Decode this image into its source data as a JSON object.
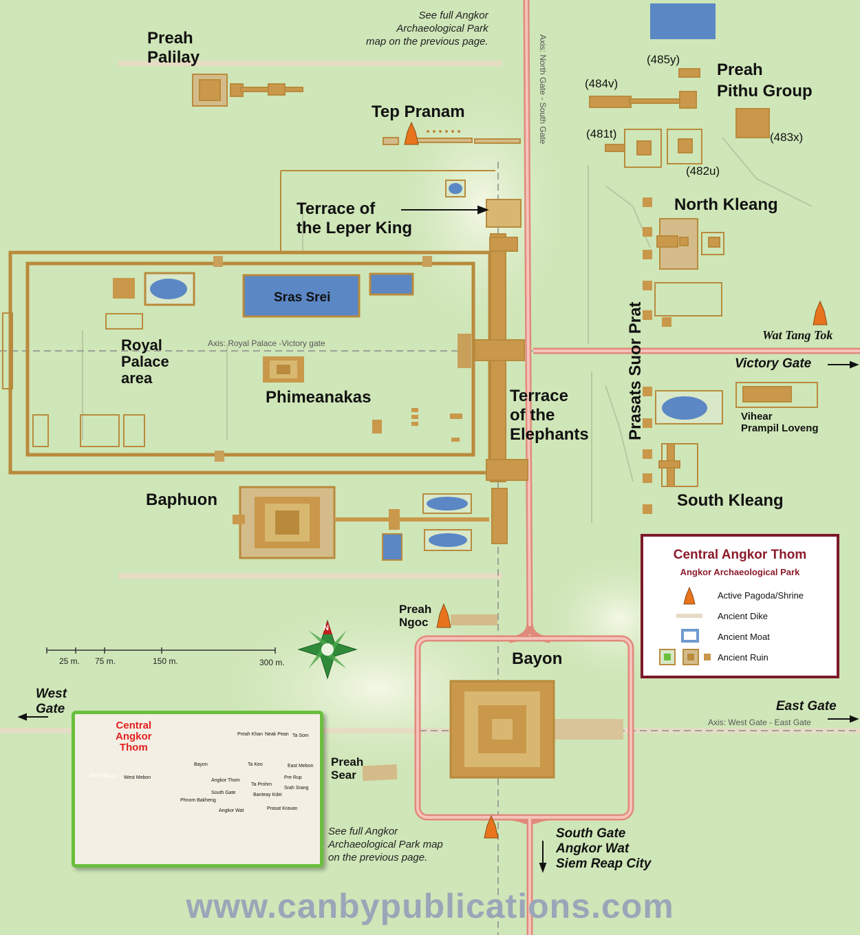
{
  "map": {
    "colors": {
      "background": "#cfe6b8",
      "ruin": "#b98a3c",
      "ruin_fill": "#d8b870",
      "water": "#5b87c4",
      "road": "#f0a89c",
      "dike": "#e8dcc0",
      "legend_border": "#7b1a2a"
    },
    "labels": {
      "preah_palilay": "Preah\nPalilay",
      "tep_pranam": "Tep Pranam",
      "preah_pithu_group": "Preah\nPithu Group",
      "code_485y": "(485y)",
      "code_484v": "(484v)",
      "code_481t": "(481t)",
      "code_482u": "(482u)",
      "code_483x": "(483x)",
      "terrace_leper_king": "Terrace of\nthe Leper King",
      "north_kleang": "North Kleang",
      "sras_srei": "Sras Srei",
      "royal_palace": "Royal\nPalace\narea",
      "phimeanakas": "Phimeanakas",
      "terrace_elephants": "Terrace\nof the\nElephants",
      "prasats_suor_prat": "Prasats Suor Prat",
      "wat_tang_tok": "Wat Tang Tok",
      "victory_gate": "Victory Gate",
      "vihear_prampil_loveng": "Vihear\nPrampil Loveng",
      "south_kleang": "South Kleang",
      "baphuon": "Baphuon",
      "preah_ngoc": "Preah\nNgoc",
      "bayon": "Bayon",
      "west_gate": "West\nGate",
      "east_gate": "East Gate",
      "preah_sear": "Preah\nSear",
      "south_gate": "South Gate\nAngkor Wat\nSiem Reap City"
    },
    "notes": {
      "top_note": "See full Angkor\nArchaeological Park\nmap on the previous page.",
      "bottom_note": "See full Angkor\nArchaeological Park map\non the previous page."
    },
    "axes": {
      "north_south": "Axis: North Gate - South Gate",
      "palace_victory": "Axis: Royal Palace -Victory gate",
      "west_east": "Axis: West Gate - East Gate"
    },
    "scale": {
      "ticks": [
        "25 m.",
        "75 m.",
        "150 m.",
        "300 m."
      ]
    },
    "compass": {
      "letter": "N",
      "icon": "north-compass-rose-icon"
    },
    "legend": {
      "title": "Central Angkor Thom",
      "subtitle": "Angkor Archaeological Park",
      "items": [
        {
          "label": "Active Pagoda/Shrine",
          "icon": "pagoda-icon"
        },
        {
          "label": "Ancient Dike",
          "icon": "dike-icon"
        },
        {
          "label": "Ancient Moat",
          "icon": "moat-icon"
        },
        {
          "label": "Ancient Ruin",
          "icon": "ruin-icon"
        }
      ]
    },
    "inset": {
      "label": "Central\nAngkor\nThom",
      "places": [
        "Preah Khan",
        "Neak Pean",
        "Ta Som",
        "Bayon",
        "Ta Keo",
        "East Mebon",
        "Pre Rup",
        "Angkor Thom",
        "Ta Prohm",
        "Banteay Kdei",
        "Srah Srang",
        "Phnom Bakheng",
        "South Gate",
        "Angkor Wat",
        "West Baray",
        "West Mebon",
        "Prasat Kravan"
      ]
    },
    "website": "www.canbypublications.com"
  }
}
